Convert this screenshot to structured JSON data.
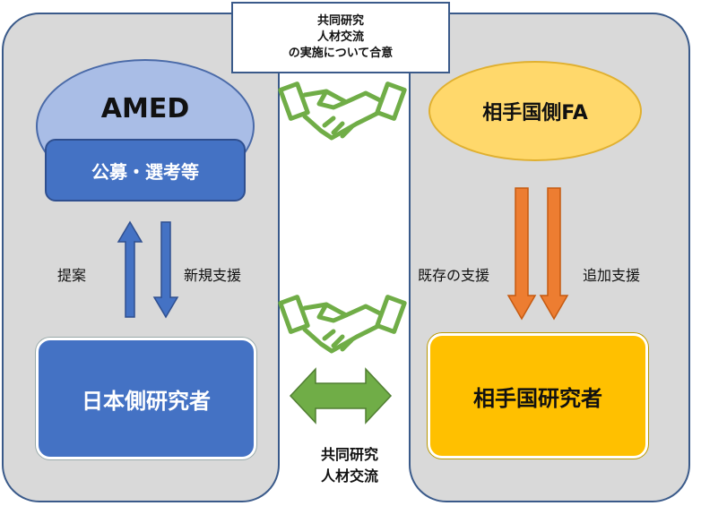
{
  "agreement": {
    "lines": [
      "共同研究",
      "人材交流",
      "の実施について合意"
    ]
  },
  "left": {
    "amed_label": "AMED",
    "koubo_label": "公募・選考等",
    "proposal_label": "提案",
    "new_support_label": "新規支援",
    "researcher_label": "日本側研究者"
  },
  "right": {
    "fa_label": "相手国側FA",
    "existing_support_label": "既存の支援",
    "additional_support_label": "追加支援",
    "researcher_label": "相手国研究者"
  },
  "center": {
    "bottom_lines": [
      "共同研究",
      "人材交流"
    ]
  },
  "colors": {
    "blue": "#4472c4",
    "light_blue": "#a9bde6",
    "gold": "#ffc000",
    "light_gold": "#ffd86b",
    "orange": "#ed7d31",
    "green": "#70ad47",
    "panel_gray": "#d9d9d9",
    "border_navy": "#3a5a8a"
  },
  "icons": {
    "handshake": "handshake-icon",
    "double_arrow": "double-arrow-icon"
  }
}
